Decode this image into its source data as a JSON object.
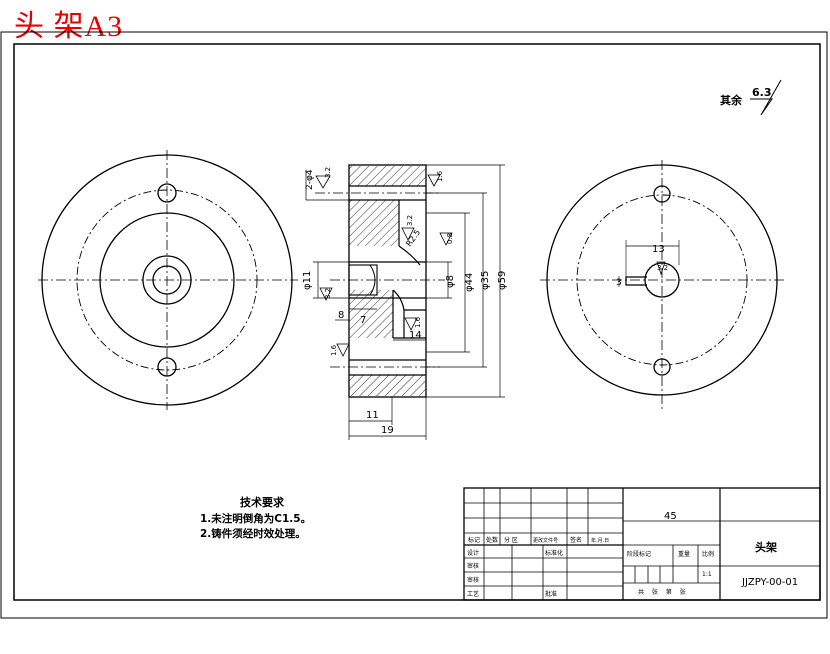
{
  "title": "头 架A3",
  "roughness": {
    "label": "其余",
    "value": "6.3"
  },
  "dims": {
    "two_phi4": "2-φ4",
    "phi11": "φ11",
    "phi8": "φ8",
    "phi35": "φ35",
    "phi44": "φ44",
    "phi59": "φ59",
    "d7": "7",
    "d8": "8",
    "d14": "14",
    "d11": "11",
    "d19": "19",
    "d13": "13",
    "d3": "3",
    "r25": "R2.5",
    "s16a": "1.6",
    "s32a": "3.2",
    "s08": "0.8",
    "s32b": "3.2",
    "s16b": "1.6",
    "s32c": "3.2",
    "s16c": "1.6",
    "s32d": "3.2"
  },
  "tech": {
    "title": "技术要求",
    "line1": "1.未注明倒角为C1.5。",
    "line2": "2.铸件须经时效处理。"
  },
  "titleblock": {
    "material": "45",
    "name": "头架",
    "drawing_no": "JJZPY-00-01",
    "hdr_mark": "标记",
    "hdr_count": "处数",
    "hdr_zone": "分 区",
    "hdr_docno": "更改文件号",
    "hdr_sign": "签名",
    "hdr_date": "年.月.日",
    "design": "设计",
    "standard": "标准化",
    "check": "审核",
    "review": "审核",
    "process": "工艺",
    "approve": "批准",
    "stage": "阶段标记",
    "weight": "重量",
    "scale": "比例",
    "scale_val": "1:1",
    "sheets": "共  张  第  张"
  }
}
